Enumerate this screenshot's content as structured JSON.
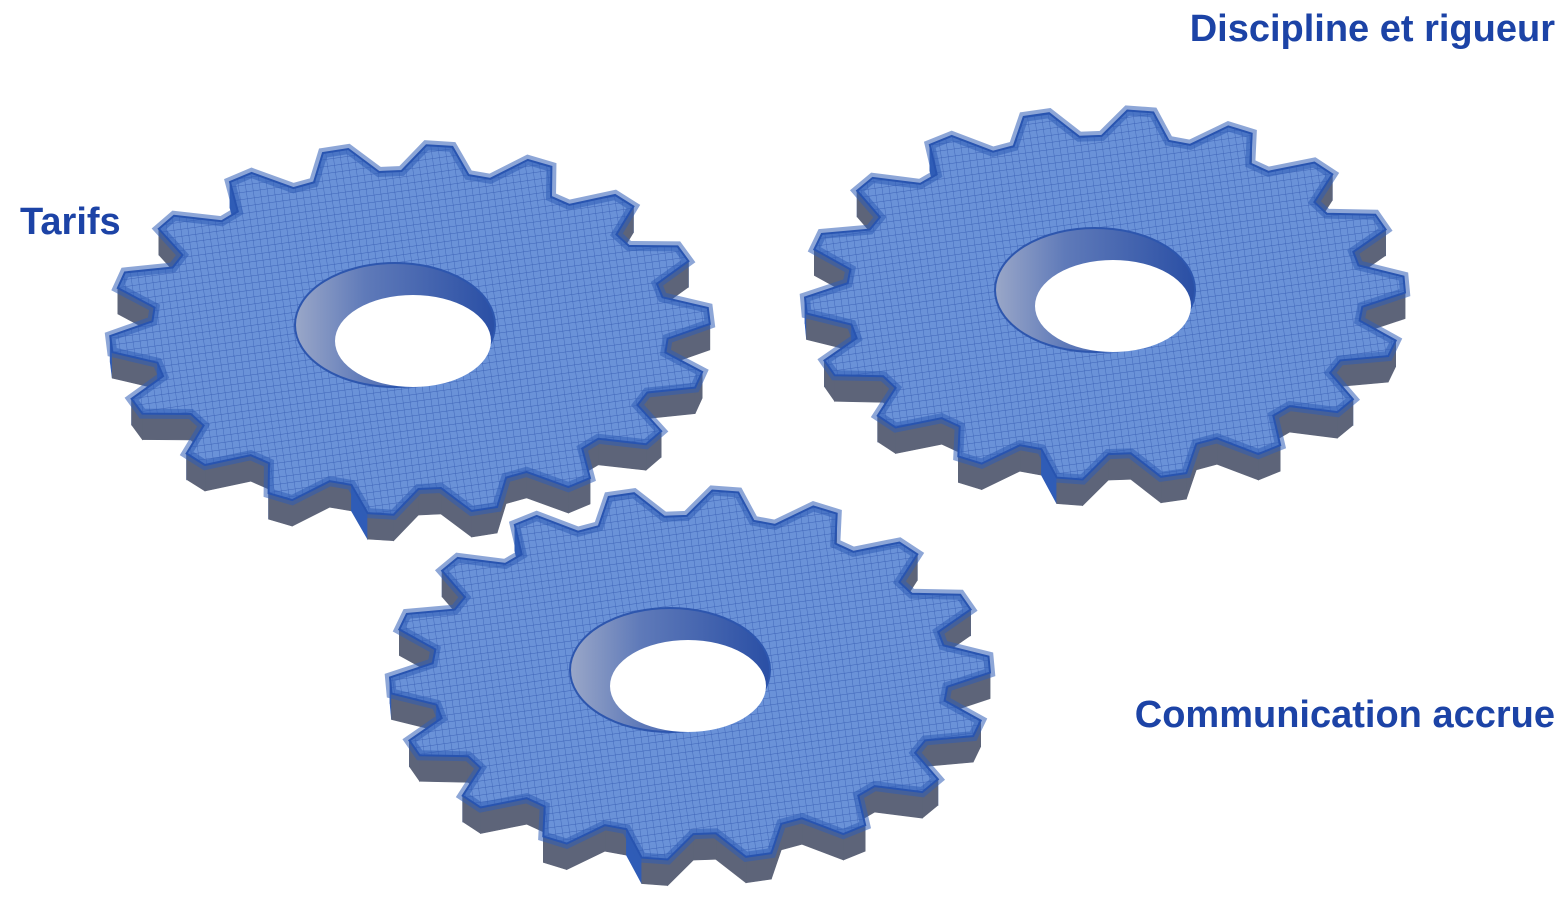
{
  "colors": {
    "label_text": "#1c43a6",
    "gear_top": "#6a92d8",
    "gear_grid": "#3e64b8",
    "gear_outline": "#1f4aa8",
    "tooth_light": "#2f5cb7",
    "tooth_shadow": "#5d6479",
    "hole_wall": "#2d56ae"
  },
  "gears": [
    {
      "id": "gear-left",
      "teeth": 18
    },
    {
      "id": "gear-right",
      "teeth": 18
    },
    {
      "id": "gear-bottom",
      "teeth": 18
    }
  ],
  "labels": {
    "tarifs": "Tarifs",
    "discipline": "Discipline et rigueur",
    "communication": "Communication accrue"
  }
}
